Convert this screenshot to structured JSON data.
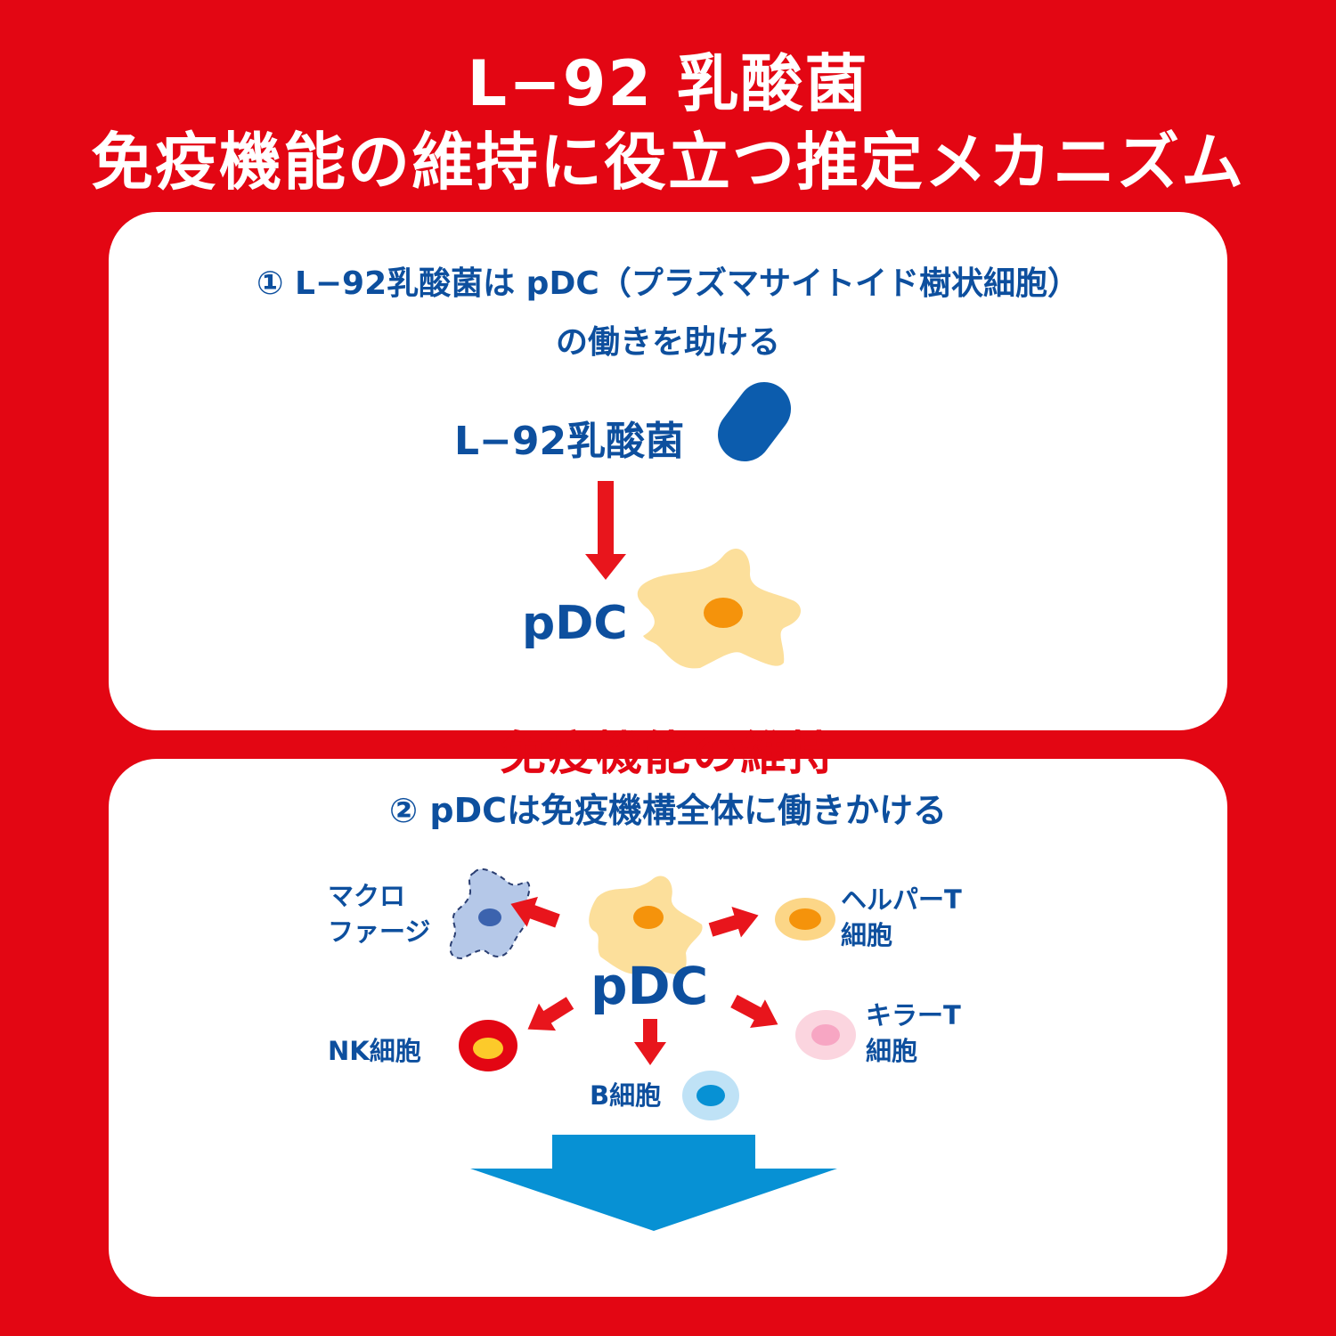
{
  "title": {
    "line1": "L−92 乳酸菌",
    "line2": "免疫機能の維持に役立つ推定メカニズム"
  },
  "step1": {
    "heading_line1": "① L−92乳酸菌は pDC（プラズマサイトイド樹状細胞）",
    "heading_line2": "の働きを助ける",
    "bacteria_label": "L−92乳酸菌",
    "pdc_label": "pDC"
  },
  "step2": {
    "heading": "② pDCは免疫機構全体に働きかける",
    "pdc_label": "pDC",
    "macrophage_line1": "マクロ",
    "macrophage_line2": "ファージ",
    "helper_t_line1": "ヘルパーT",
    "helper_t_line2": "細胞",
    "killer_t_line1": "キラーT",
    "killer_t_line2": "細胞",
    "nk_label": "NK細胞",
    "b_label": "B細胞",
    "result": "免疫機能の維持"
  },
  "colors": {
    "background": "#e30613",
    "text_blue": "#0d4f9e",
    "arrow_red": "#e8151c",
    "bacteria": "#0c5cad",
    "pdc_cell": "#fcdf9b",
    "pdc_nucleus": "#f5930b",
    "macrophage": "#b5c8e8",
    "helper_t": "#fcd687",
    "killer_t": "#fbd5df",
    "nk_cell": "#e30613",
    "b_cell": "#bfe2f6",
    "result_arrow": "#0791d4"
  }
}
